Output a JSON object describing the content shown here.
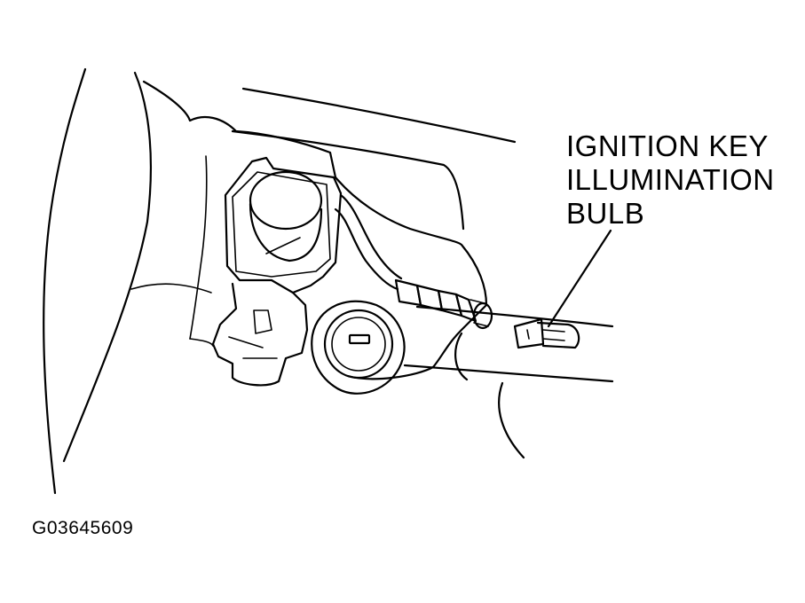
{
  "diagram": {
    "callout_lines": [
      "IGNITION KEY",
      "ILLUMINATION",
      "BULB"
    ],
    "figure_id": "G03645609"
  }
}
